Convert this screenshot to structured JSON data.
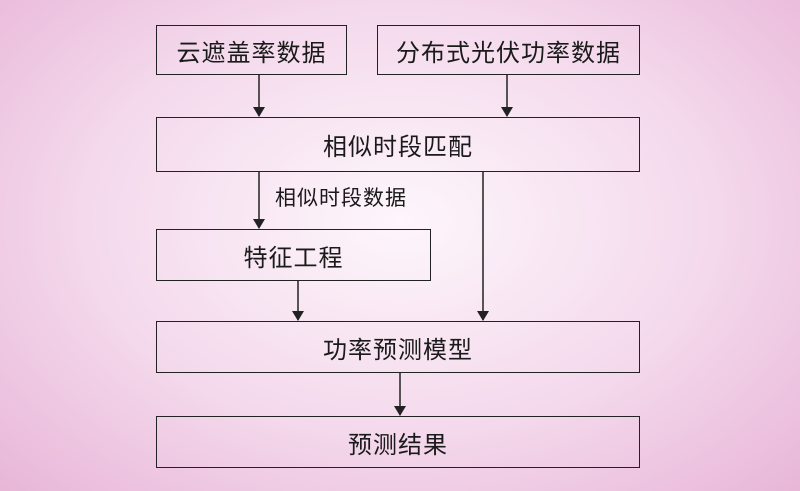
{
  "nodes": {
    "cloud_cover_data": "云遮盖率数据",
    "distributed_pv_power_data": "分布式光伏功率数据",
    "similar_period_matching": "相似时段匹配",
    "feature_engineering": "特征工程",
    "power_prediction_model": "功率预测模型",
    "prediction_result": "预测结果"
  },
  "edges": {
    "similar_period_data_label": "相似时段数据"
  }
}
